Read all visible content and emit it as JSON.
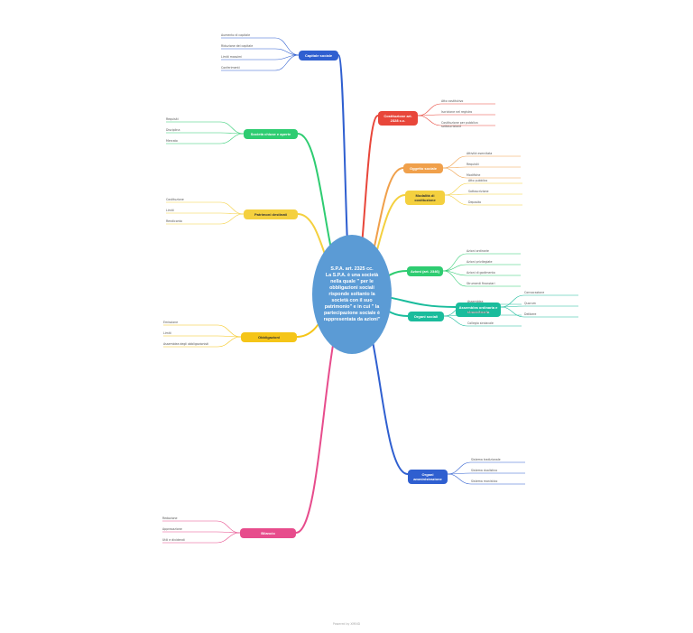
{
  "central": "S.P.A. art. 2325 cc.\nLa S.P.A. è una società nella quale \" per le obbligazioni sociali risponde soltanto la società con il suo patrimonio\" e in cui \" la partecipazione sociale è rappresentata da azioni\"",
  "footer": "Powered by XMIND",
  "colors": {
    "central": "#5b9bd5",
    "red": "#e8463a",
    "orange": "#f0a04b",
    "yellow": "#f4d03f",
    "green": "#2ecc71",
    "teal": "#1abc9c",
    "blue": "#2f5fd0",
    "purple": "#8e44ad",
    "gold": "#f5c518",
    "pink": "#e74c8c"
  },
  "branches": [
    {
      "id": "capitale",
      "label": "Capitale sociale",
      "color": "#2f5fd0",
      "children": [
        "Aumento di capitale",
        "Riduzione del capitale",
        "Limiti massimi",
        "Conferimenti"
      ]
    },
    {
      "id": "costituzione",
      "label": "Costituzione art. 2328 c.c.",
      "color": "#e8463a",
      "children": [
        "Atto costitutivo",
        "Iscrizione nel registro",
        "Costituzione per pubblica sottoscrizione"
      ]
    },
    {
      "id": "oggetto",
      "label": "Oggetto sociale",
      "color": "#f0a04b",
      "children": [
        "Attività esercitata",
        "Requisiti",
        "Modifiche"
      ]
    },
    {
      "id": "forma",
      "label": "Modalità di costituzione",
      "color": "#f4d03f",
      "children": [
        "Atto pubblico",
        "Sottoscrizione",
        "Deposito"
      ]
    },
    {
      "id": "azioni",
      "label": "Azioni (art. 2346)",
      "color": "#2ecc71",
      "children": [
        "Azioni ordinarie",
        "Azioni privilegiate",
        "Azioni di godimento",
        "Strumenti finanziari"
      ]
    },
    {
      "id": "organi",
      "label": "Organi sociali",
      "color": "#1abc9c",
      "children": [
        "Assemblea",
        "Amministratori",
        "Collegio sindacale"
      ]
    },
    {
      "id": "assemblea",
      "label": "Assemblea ordinaria e straordinaria",
      "color": "#1abc9c",
      "children": [
        "Convocazione",
        "Quorum",
        "Delibere"
      ]
    },
    {
      "id": "amministrazione",
      "label": "Organi amministrazione",
      "color": "#2f5fd0",
      "children": [
        "Sistema tradizionale",
        "Sistema dualistico",
        "Sistema monistico"
      ]
    },
    {
      "id": "green",
      "label": "Società chiuse e aperte",
      "color": "#2ecc71",
      "children": [
        "Requisiti",
        "Disciplina",
        "Mercato"
      ]
    },
    {
      "id": "yellow",
      "label": "Patrimoni destinati",
      "color": "#f4d03f",
      "children": [
        "Costituzione",
        "Limiti",
        "Rendiconto"
      ]
    },
    {
      "id": "gold",
      "label": "Obbligazioni",
      "color": "#f5c518",
      "children": [
        "Emissione",
        "Limiti",
        "Assemblea degli obbligazionisti"
      ]
    },
    {
      "id": "pink",
      "label": "Bilancio",
      "color": "#e74c8c",
      "children": [
        "Redazione",
        "Approvazione",
        "Utili e dividendi"
      ]
    }
  ]
}
